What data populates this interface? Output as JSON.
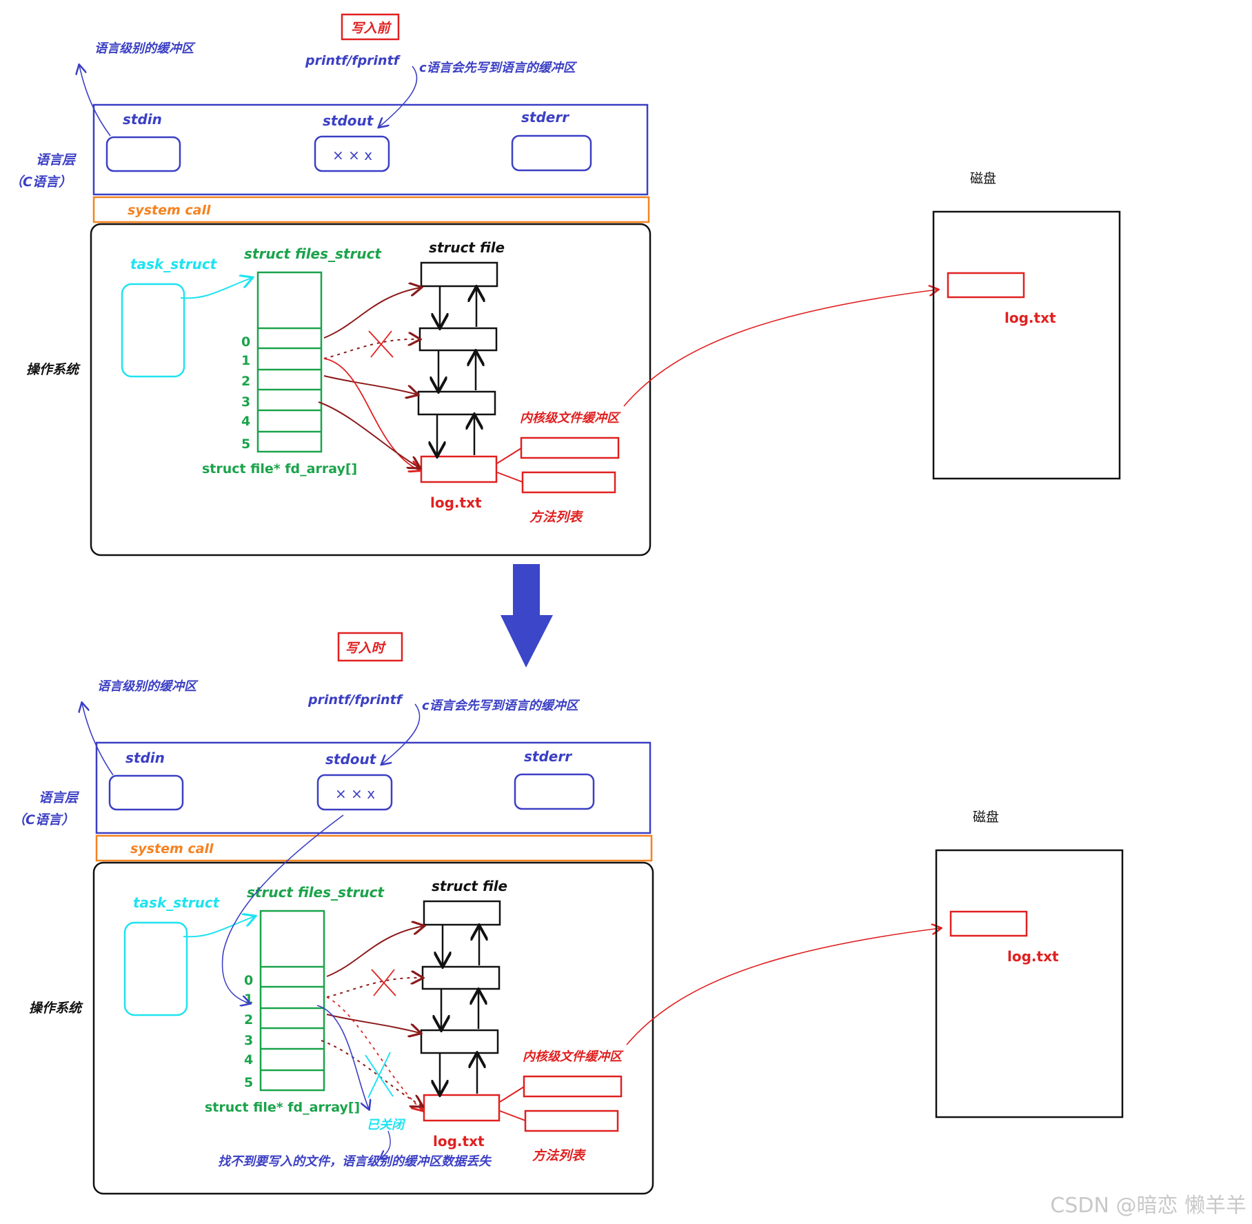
{
  "colors": {
    "blue": "#3b3fc4",
    "orange": "#f58220",
    "cyan": "#1ee3f0",
    "green": "#1aa34a",
    "red": "#e02020",
    "darkred": "#8b1a1a",
    "black": "#111111",
    "arrow_fill": "#3b46c8",
    "watermark": "#c8c8c8"
  },
  "panels": [
    {
      "state_label": "写入前",
      "lang_buffer_label": "语言级别的缓冲区",
      "printf_label": "printf/fprintf",
      "c_writes_label": "c语言会先写到语言的缓冲区",
      "stdin_label": "stdin",
      "stdout_label": "stdout",
      "stdout_content": "× × x",
      "stderr_label": "stderr",
      "lang_layer_line1": "语言层",
      "lang_layer_line2": "（C语言）",
      "system_call_label": "system call",
      "os_label": "操作系统",
      "task_struct_label": "task_struct",
      "files_struct_label": "struct files_struct",
      "struct_file_label": "struct file",
      "fd_indices": [
        "0",
        "1",
        "2",
        "3",
        "4",
        "5"
      ],
      "fd_array_label": "struct file* fd_array[]",
      "kernel_buffer_label": "内核级文件缓冲区",
      "log_txt_label": "log.txt",
      "methods_label": "方法列表",
      "disk_label": "磁盘",
      "disk_file_label": "log.txt"
    },
    {
      "state_label": "写入时",
      "lang_buffer_label": "语言级别的缓冲区",
      "printf_label": "printf/fprintf",
      "c_writes_label": "c语言会先写到语言的缓冲区",
      "stdin_label": "stdin",
      "stdout_label": "stdout",
      "stdout_content": "× × x",
      "stderr_label": "stderr",
      "lang_layer_line1": "语言层",
      "lang_layer_line2": "（C语言）",
      "system_call_label": "system call",
      "os_label": "操作系统",
      "task_struct_label": "task_struct",
      "files_struct_label": "struct files_struct",
      "struct_file_label": "struct file",
      "fd_indices": [
        "0",
        "1",
        "2",
        "3",
        "4",
        "5"
      ],
      "fd_array_label": "struct file* fd_array[]",
      "kernel_buffer_label": "内核级文件缓冲区",
      "log_txt_label": "log.txt",
      "methods_label": "方法列表",
      "disk_label": "磁盘",
      "disk_file_label": "log.txt",
      "closed_label": "已关闭",
      "lost_label": "找不到要写入的文件，语言级别的缓冲区数据丢失"
    }
  ],
  "watermark": "CSDN @暗恋 懒羊羊"
}
